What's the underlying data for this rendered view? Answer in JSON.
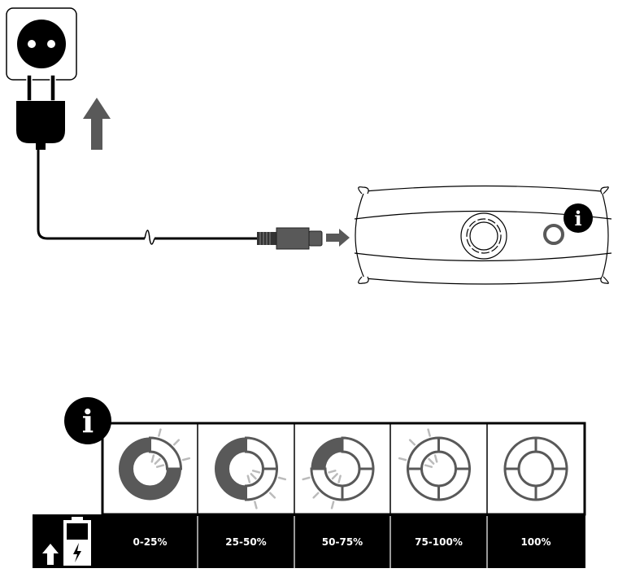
{
  "colors": {
    "ink": "#000000",
    "grey": "#595959",
    "white": "#ffffff"
  },
  "illustration": {
    "info_symbol": "i",
    "icons": [
      "wall-socket-icon",
      "power-plug-icon",
      "arrow-up-icon",
      "usb-c-connector-icon",
      "arrow-right-icon",
      "device-icon",
      "info-icon"
    ]
  },
  "legend": {
    "info_symbol": "i",
    "header_icon": "battery-charging-icon",
    "levels": [
      {
        "label": "0-25%",
        "quadrants": {
          "tl": "filled",
          "tr": "blinking",
          "br": "filled",
          "bl": "filled"
        }
      },
      {
        "label": "25-50%",
        "quadrants": {
          "tl": "filled",
          "tr": "empty",
          "br": "blinking",
          "bl": "filled"
        }
      },
      {
        "label": "50-75%",
        "quadrants": {
          "tl": "filled",
          "tr": "empty",
          "br": "empty",
          "bl": "blinking"
        }
      },
      {
        "label": "75-100%",
        "quadrants": {
          "tl": "blinking",
          "tr": "empty",
          "br": "empty",
          "bl": "empty"
        }
      },
      {
        "label": "100%",
        "quadrants": {
          "tl": "empty",
          "tr": "empty",
          "br": "empty",
          "bl": "empty"
        }
      }
    ]
  }
}
